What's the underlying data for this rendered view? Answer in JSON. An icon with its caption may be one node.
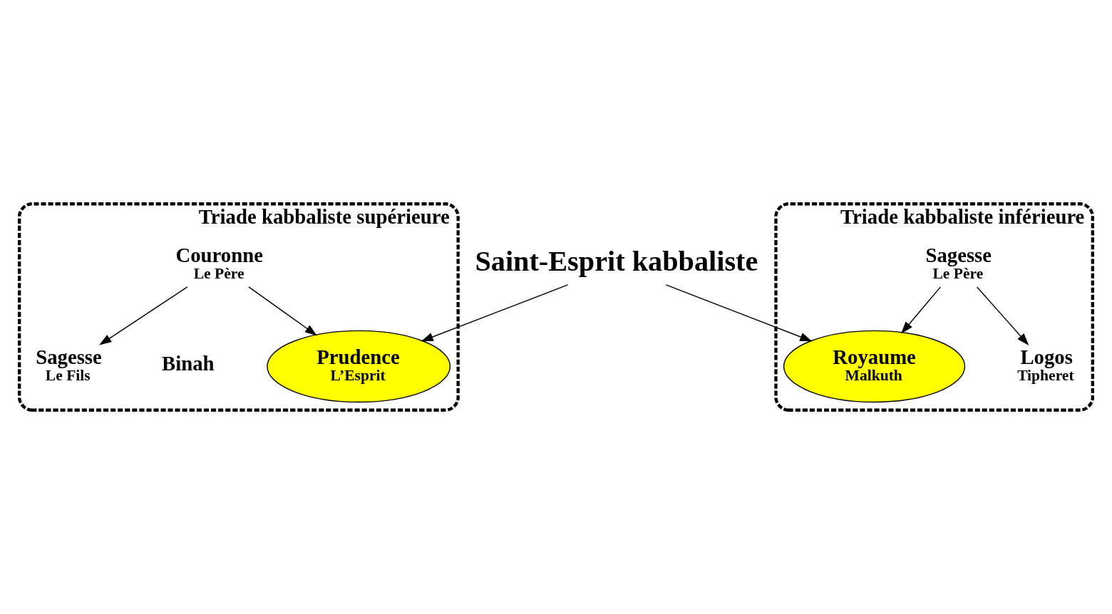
{
  "diagram": {
    "nodes": [
      {
        "text": [
          "Triade kabbaliste supérieure"
        ]
      },
      {
        "text": [
          "Couronne",
          "Le Père"
        ],
        "in": 0
      },
      {
        "text": [
          "Prudence",
          "L’Esprit"
        ],
        "in": 0,
        "beside": [
          "Binah"
        ]
      },
      {
        "text": [
          "Sagesse",
          "Le Fils"
        ],
        "in": 0
      },
      {
        "text": [
          "Triade kabbaliste inférieure"
        ]
      },
      {
        "text": [
          "Sagesse",
          "Le Père"
        ],
        "in": 4
      },
      {
        "text": [
          "Royaume",
          "Malkuth"
        ],
        "in": 4
      },
      {
        "text": [
          "Logos",
          "Tipheret"
        ],
        "in": 4
      },
      {
        "text": [
          "Saint-Esprit kabbaliste"
        ]
      }
    ],
    "edges": [
      {
        "from": 1,
        "to": 2,
        "arrow": "to"
      },
      {
        "from": 1,
        "to": 3,
        "arrow": "to"
      },
      {
        "from": 8,
        "to": 2,
        "arrow": "to"
      },
      {
        "from": 8,
        "to": 6,
        "arrow": "to"
      },
      {
        "from": 5,
        "to": 6,
        "arrow": "to"
      },
      {
        "from": 5,
        "to": 7,
        "arrow": "to"
      }
    ]
  }
}
